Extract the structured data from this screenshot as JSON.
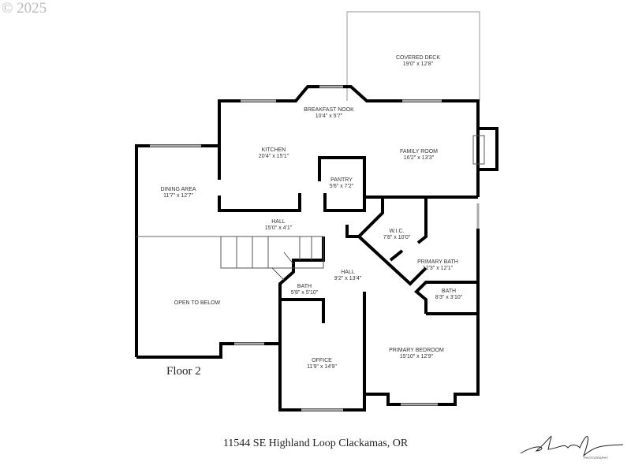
{
  "copyright": "© 2025",
  "floor_label": "Floor 2",
  "address": "11544 SE Highland Loop Clackamas, OR",
  "signature": "Anthony Jordan Photography",
  "colors": {
    "wall": "#000000",
    "window": "#bbbbbb",
    "text": "#333333"
  },
  "rooms": [
    {
      "name": "COVERED DECK",
      "size": "19'0\" x 12'8\""
    },
    {
      "name": "BREAKFAST NOOK",
      "size": "10'4\" x 5'7\""
    },
    {
      "name": "KITCHEN",
      "size": "20'4\" x 15'1\""
    },
    {
      "name": "FAMILY ROOM",
      "size": "16'2\" x 13'3\""
    },
    {
      "name": "PANTRY",
      "size": "5'6\" x 7'2\""
    },
    {
      "name": "DINING AREA",
      "size": "11'7\" x 12'7\""
    },
    {
      "name": "HALL",
      "size": "15'0\" x 4'1\""
    },
    {
      "name": "W.I.C.",
      "size": "7'8\" x 10'0\""
    },
    {
      "name": "PRIMARY BATH",
      "size": "12'3\" x 12'1\""
    },
    {
      "name": "HALL",
      "size": "9'2\" x 13'4\""
    },
    {
      "name": "BATH",
      "size": "5'8\" x 5'10\""
    },
    {
      "name": "BATH",
      "size": "8'3\" x 3'10\""
    },
    {
      "name": "OPEN TO BELOW",
      "size": ""
    },
    {
      "name": "PRIMARY BEDROOM",
      "size": "15'10\" x 12'9\""
    },
    {
      "name": "OFFICE",
      "size": "11'9\" x 14'9\""
    }
  ]
}
